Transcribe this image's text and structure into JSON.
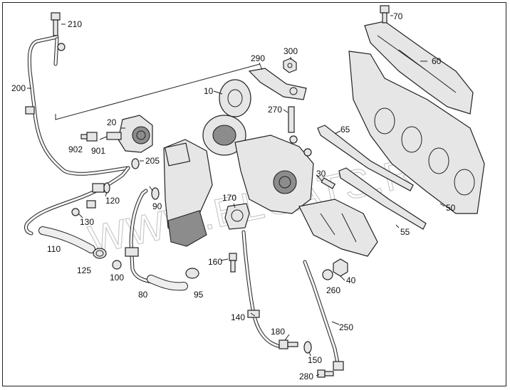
{
  "watermark": "WWW.ELCATS.RU",
  "callouts": [
    {
      "id": "c210",
      "text": "210"
    },
    {
      "id": "c200",
      "text": "200"
    },
    {
      "id": "c20",
      "text": "20"
    },
    {
      "id": "c10",
      "text": "10"
    },
    {
      "id": "c290",
      "text": "290"
    },
    {
      "id": "c300",
      "text": "300"
    },
    {
      "id": "c270",
      "text": "270"
    },
    {
      "id": "c70",
      "text": "70"
    },
    {
      "id": "c60",
      "text": "60"
    },
    {
      "id": "c65",
      "text": "65"
    },
    {
      "id": "c902",
      "text": "902"
    },
    {
      "id": "c901",
      "text": "901"
    },
    {
      "id": "c205",
      "text": "205"
    },
    {
      "id": "c120",
      "text": "120"
    },
    {
      "id": "c130",
      "text": "130"
    },
    {
      "id": "c110",
      "text": "110"
    },
    {
      "id": "c125",
      "text": "125"
    },
    {
      "id": "c100",
      "text": "100"
    },
    {
      "id": "c90",
      "text": "90"
    },
    {
      "id": "c80",
      "text": "80"
    },
    {
      "id": "c95",
      "text": "95"
    },
    {
      "id": "c170",
      "text": "170"
    },
    {
      "id": "c160",
      "text": "160"
    },
    {
      "id": "c30",
      "text": "30"
    },
    {
      "id": "c50",
      "text": "50"
    },
    {
      "id": "c55",
      "text": "55"
    },
    {
      "id": "c40",
      "text": "40"
    },
    {
      "id": "c260",
      "text": "260"
    },
    {
      "id": "c140",
      "text": "140"
    },
    {
      "id": "c180",
      "text": "180"
    },
    {
      "id": "c250",
      "text": "250"
    },
    {
      "id": "c150",
      "text": "150"
    },
    {
      "id": "c280",
      "text": "280"
    }
  ]
}
